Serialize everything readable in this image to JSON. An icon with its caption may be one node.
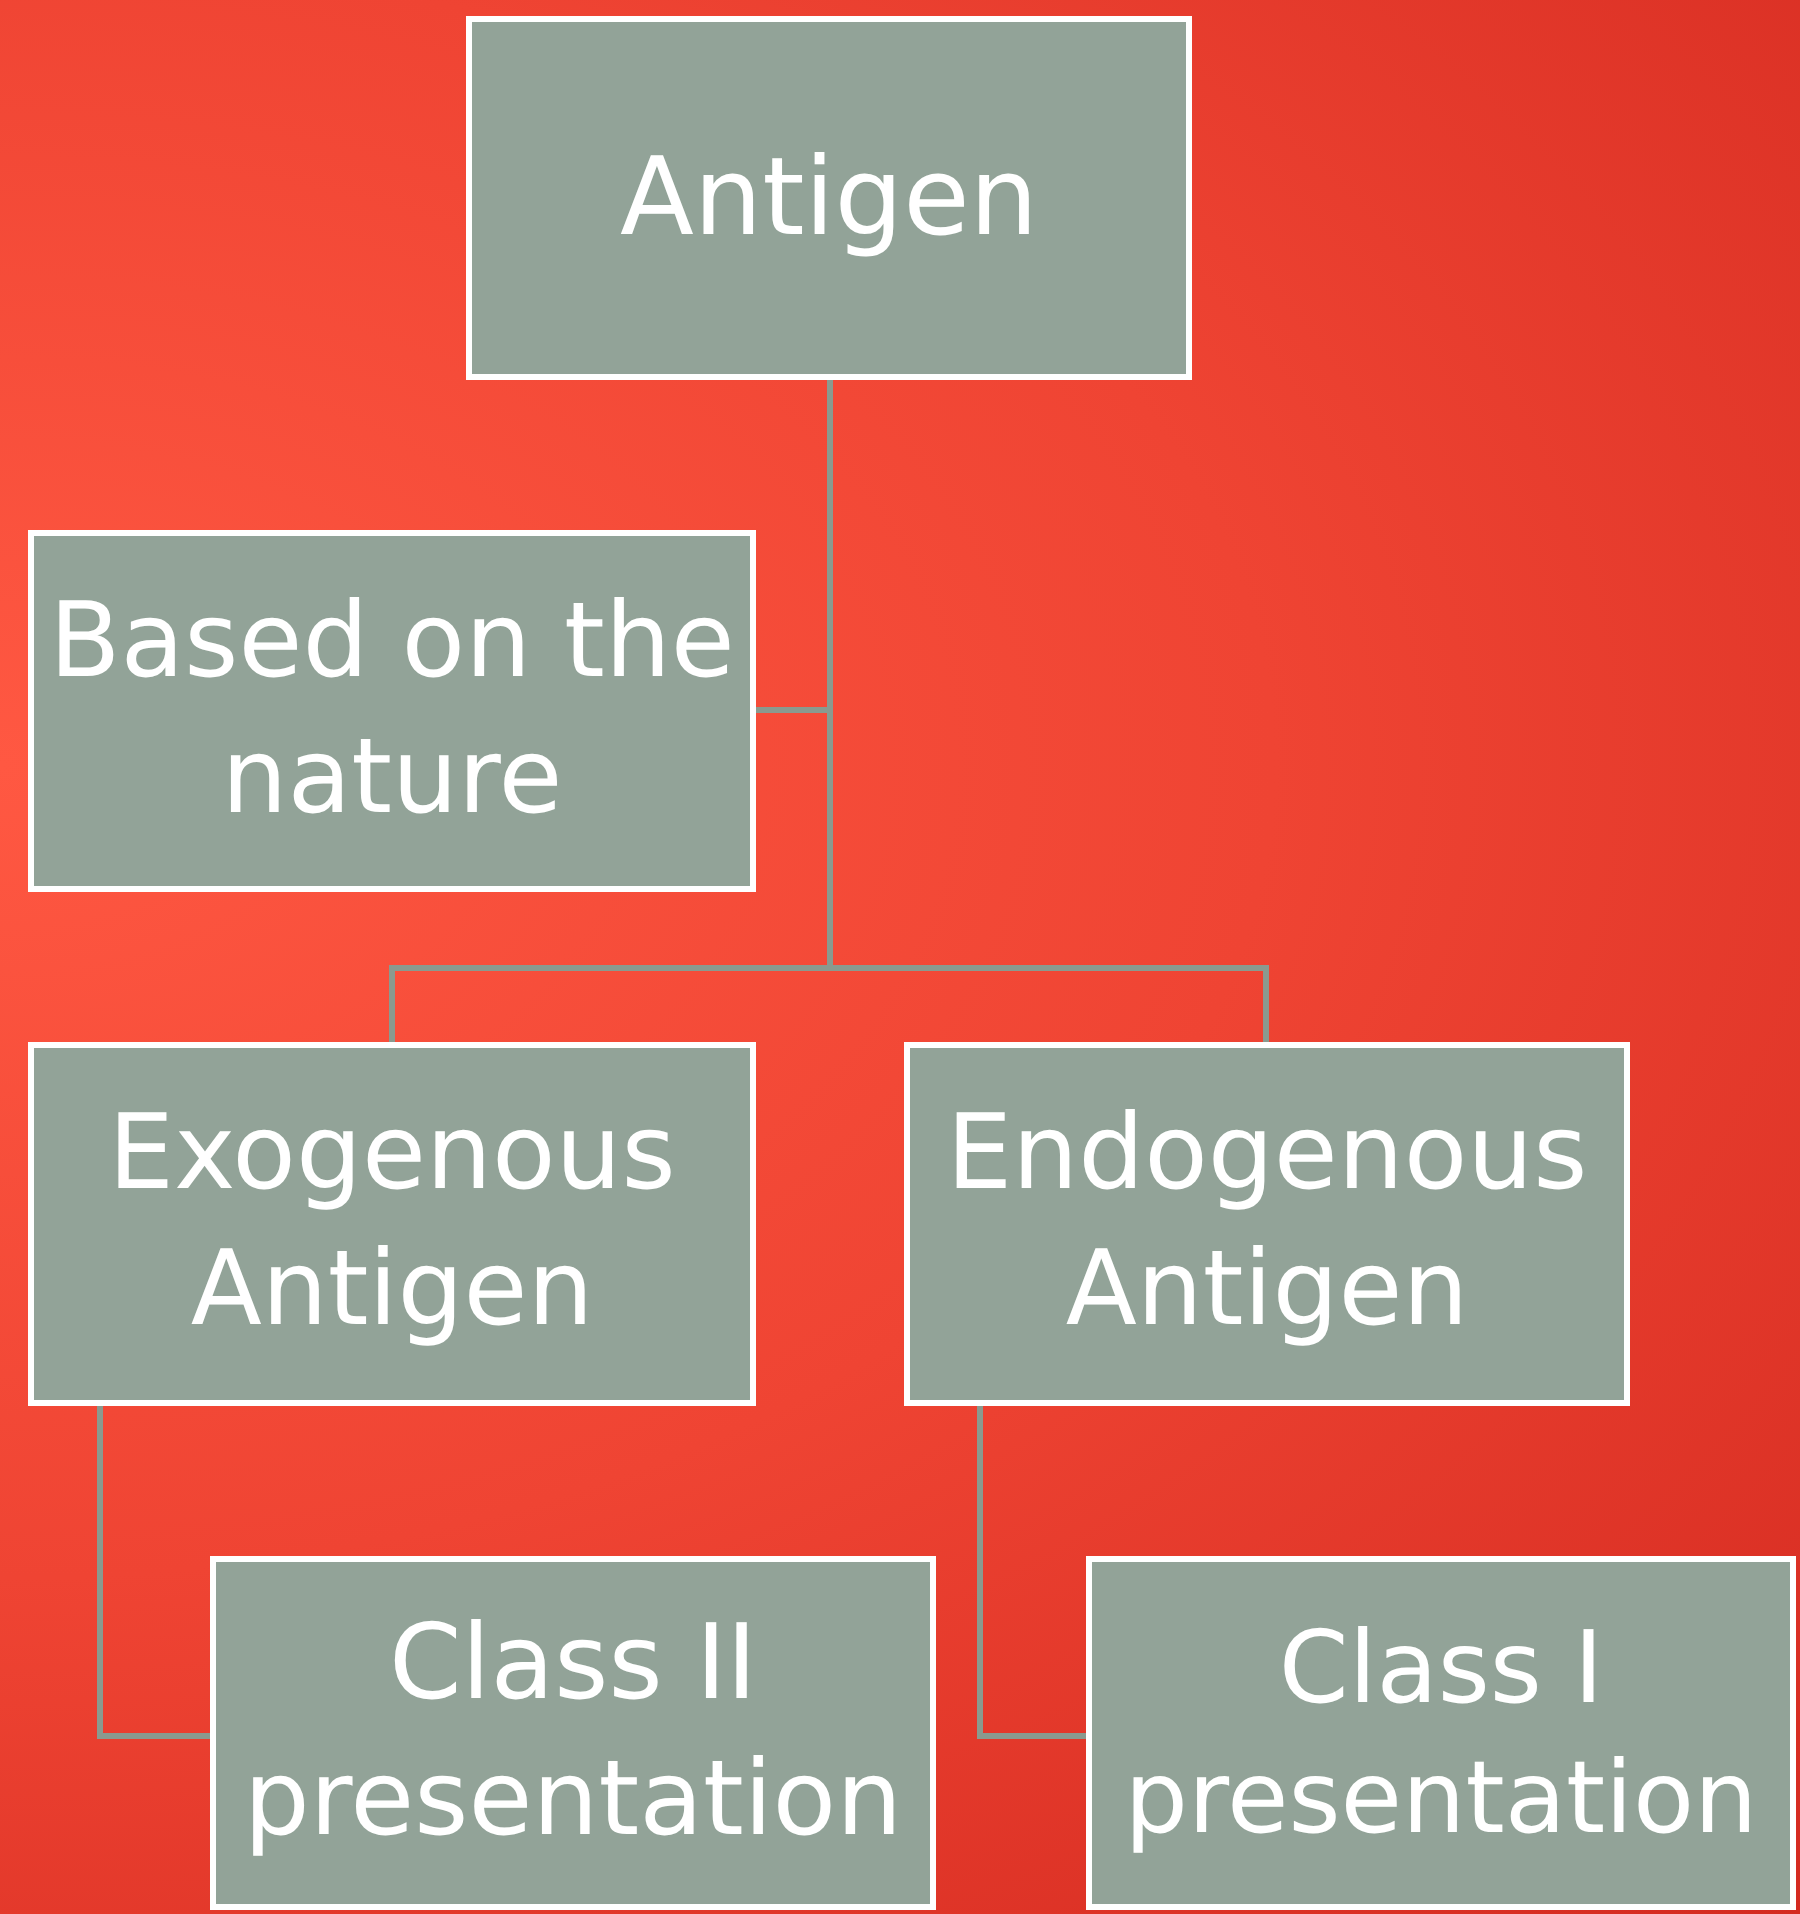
{
  "diagram": {
    "nodes": [
      {
        "text": [
          "Antigen"
        ]
      },
      {
        "text": [
          "Based on the nature"
        ]
      },
      {
        "text": [
          "Exogenous Antigen"
        ]
      },
      {
        "text": [
          "Endogenous Antigen"
        ]
      },
      {
        "text": [
          "Class II presentation"
        ]
      },
      {
        "text": [
          "Class I presentation"
        ]
      }
    ],
    "edges": [
      {
        "from": 0,
        "to": 1,
        "arrow": "none"
      },
      {
        "from": 0,
        "to": 2,
        "arrow": "none"
      },
      {
        "from": 0,
        "to": 3,
        "arrow": "none"
      },
      {
        "from": 2,
        "to": 4,
        "arrow": "none"
      },
      {
        "from": 3,
        "to": 5,
        "arrow": "none"
      }
    ]
  }
}
